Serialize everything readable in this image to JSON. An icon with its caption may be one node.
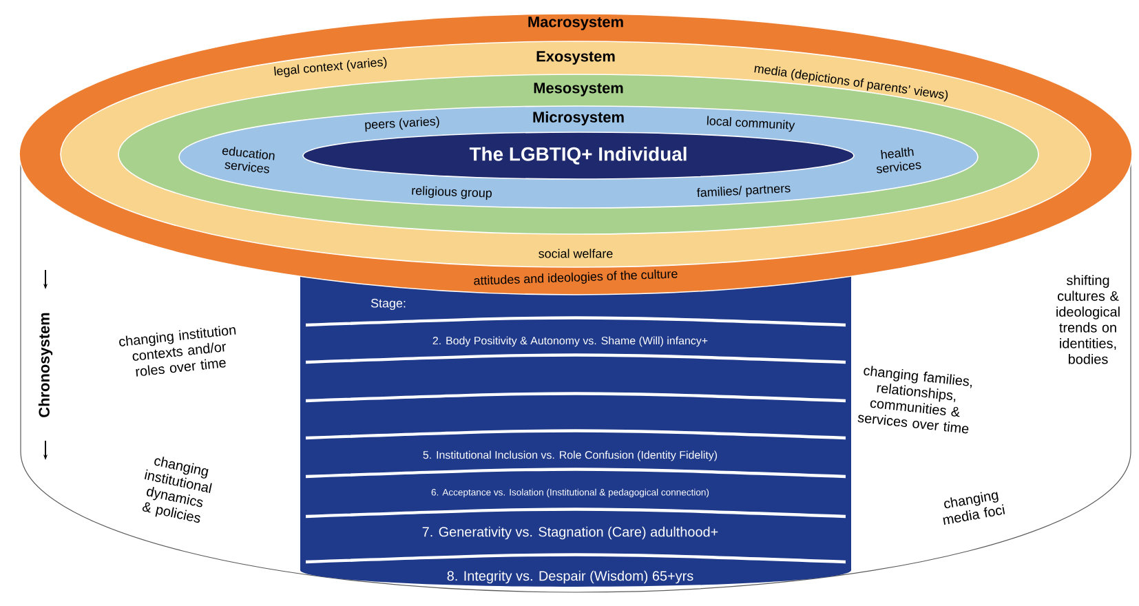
{
  "diagram": {
    "nodes": [
      {
        "text": [
          "Macrosystem",
          "attitudes and ideologies of the culture"
        ]
      },
      {
        "text": [
          "Exosystem",
          "legal context (varies)",
          "media (depictions of parents’ views)",
          "social welfare"
        ],
        "in": 0
      },
      {
        "text": [
          "Mesosystem"
        ],
        "in": 1
      },
      {
        "text": [
          "Microsystem",
          "peers (varies)",
          "local community",
          "education services",
          "health services",
          "religious group",
          "families/ partners"
        ],
        "in": 2
      },
      {
        "text": [
          "The LGBTIQ+ Individual"
        ],
        "in": 3
      },
      {
        "text": [
          "Stage:",
          "2. Body Positivity & Autonomy vs. Shame (Will)  infancy+",
          "5. Institutional Inclusion vs. Role Confusion (Identity Fidelity)",
          "6. Acceptance vs. Isolation (Institutional & pedagogical connection)",
          "7. Generativity vs. Stagnation (Care) adulthood+",
          "8. Integrity vs. Despair (Wisdom) 65+yrs"
        ]
      }
    ],
    "labels": [
      "Chronosystem",
      "changing institution contexts and/or roles over time",
      "changing families, relationships, communities & services over time",
      "shifting cultures & ideological trends on identities, bodies",
      "changing institutional dynamics & policies",
      "changing media foci"
    ]
  }
}
